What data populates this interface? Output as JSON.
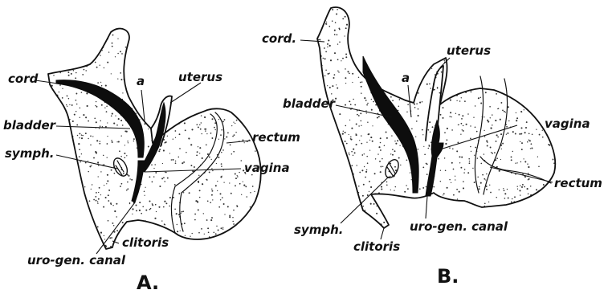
{
  "panels": [
    {
      "id": "A",
      "letter": "A.",
      "labels": {
        "cord": "cord",
        "a": "a",
        "uterus": "uterus",
        "bladder": "bladder",
        "rectum": "rectum",
        "symph": "symph.",
        "vagina": "vagina",
        "clitoris": "clitoris",
        "urogen": "uro-gen. canal"
      }
    },
    {
      "id": "B",
      "letter": "B.",
      "labels": {
        "cord": "cord.",
        "a": "a",
        "uterus": "uterus",
        "bladder": "bladder",
        "vagina": "vagina",
        "rectum": "rectum",
        "symph": "symph.",
        "urogen": "uro-gen. canal",
        "clitoris": "clitoris"
      }
    }
  ]
}
